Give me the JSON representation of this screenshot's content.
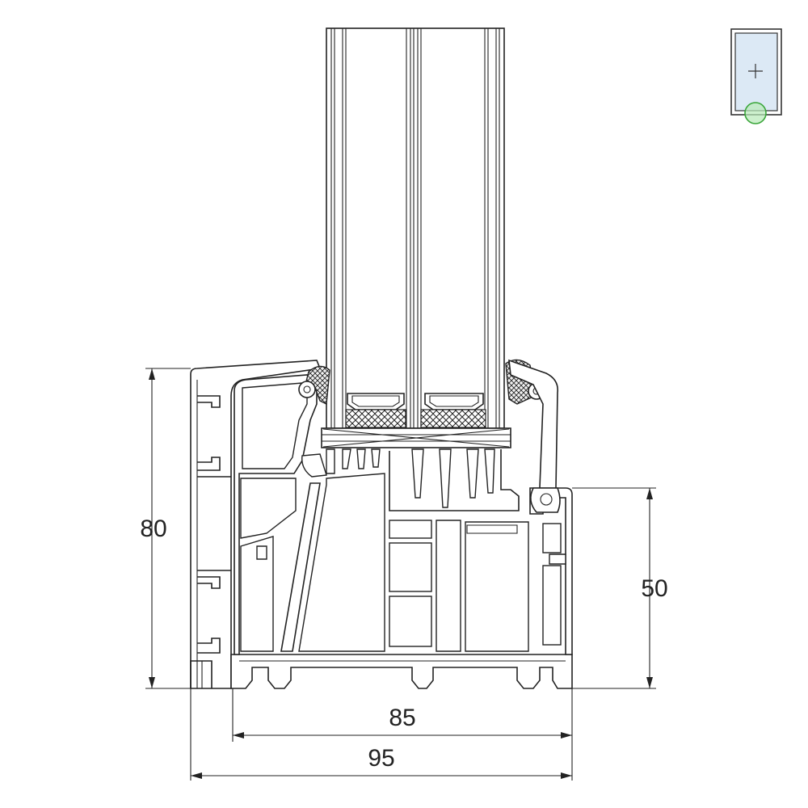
{
  "diagram": {
    "dimensions": {
      "frame_height": "80",
      "sash_height": "50",
      "inner_width": "85",
      "outer_width": "95"
    },
    "locator_icon": "window-position-icon",
    "colors": {
      "line": "#222222",
      "glass_fill": "#dce9f5",
      "marker_fill": "#b8eab8",
      "marker_stroke": "#3aa63a",
      "gasket_fill": "#f2f2f2"
    }
  }
}
